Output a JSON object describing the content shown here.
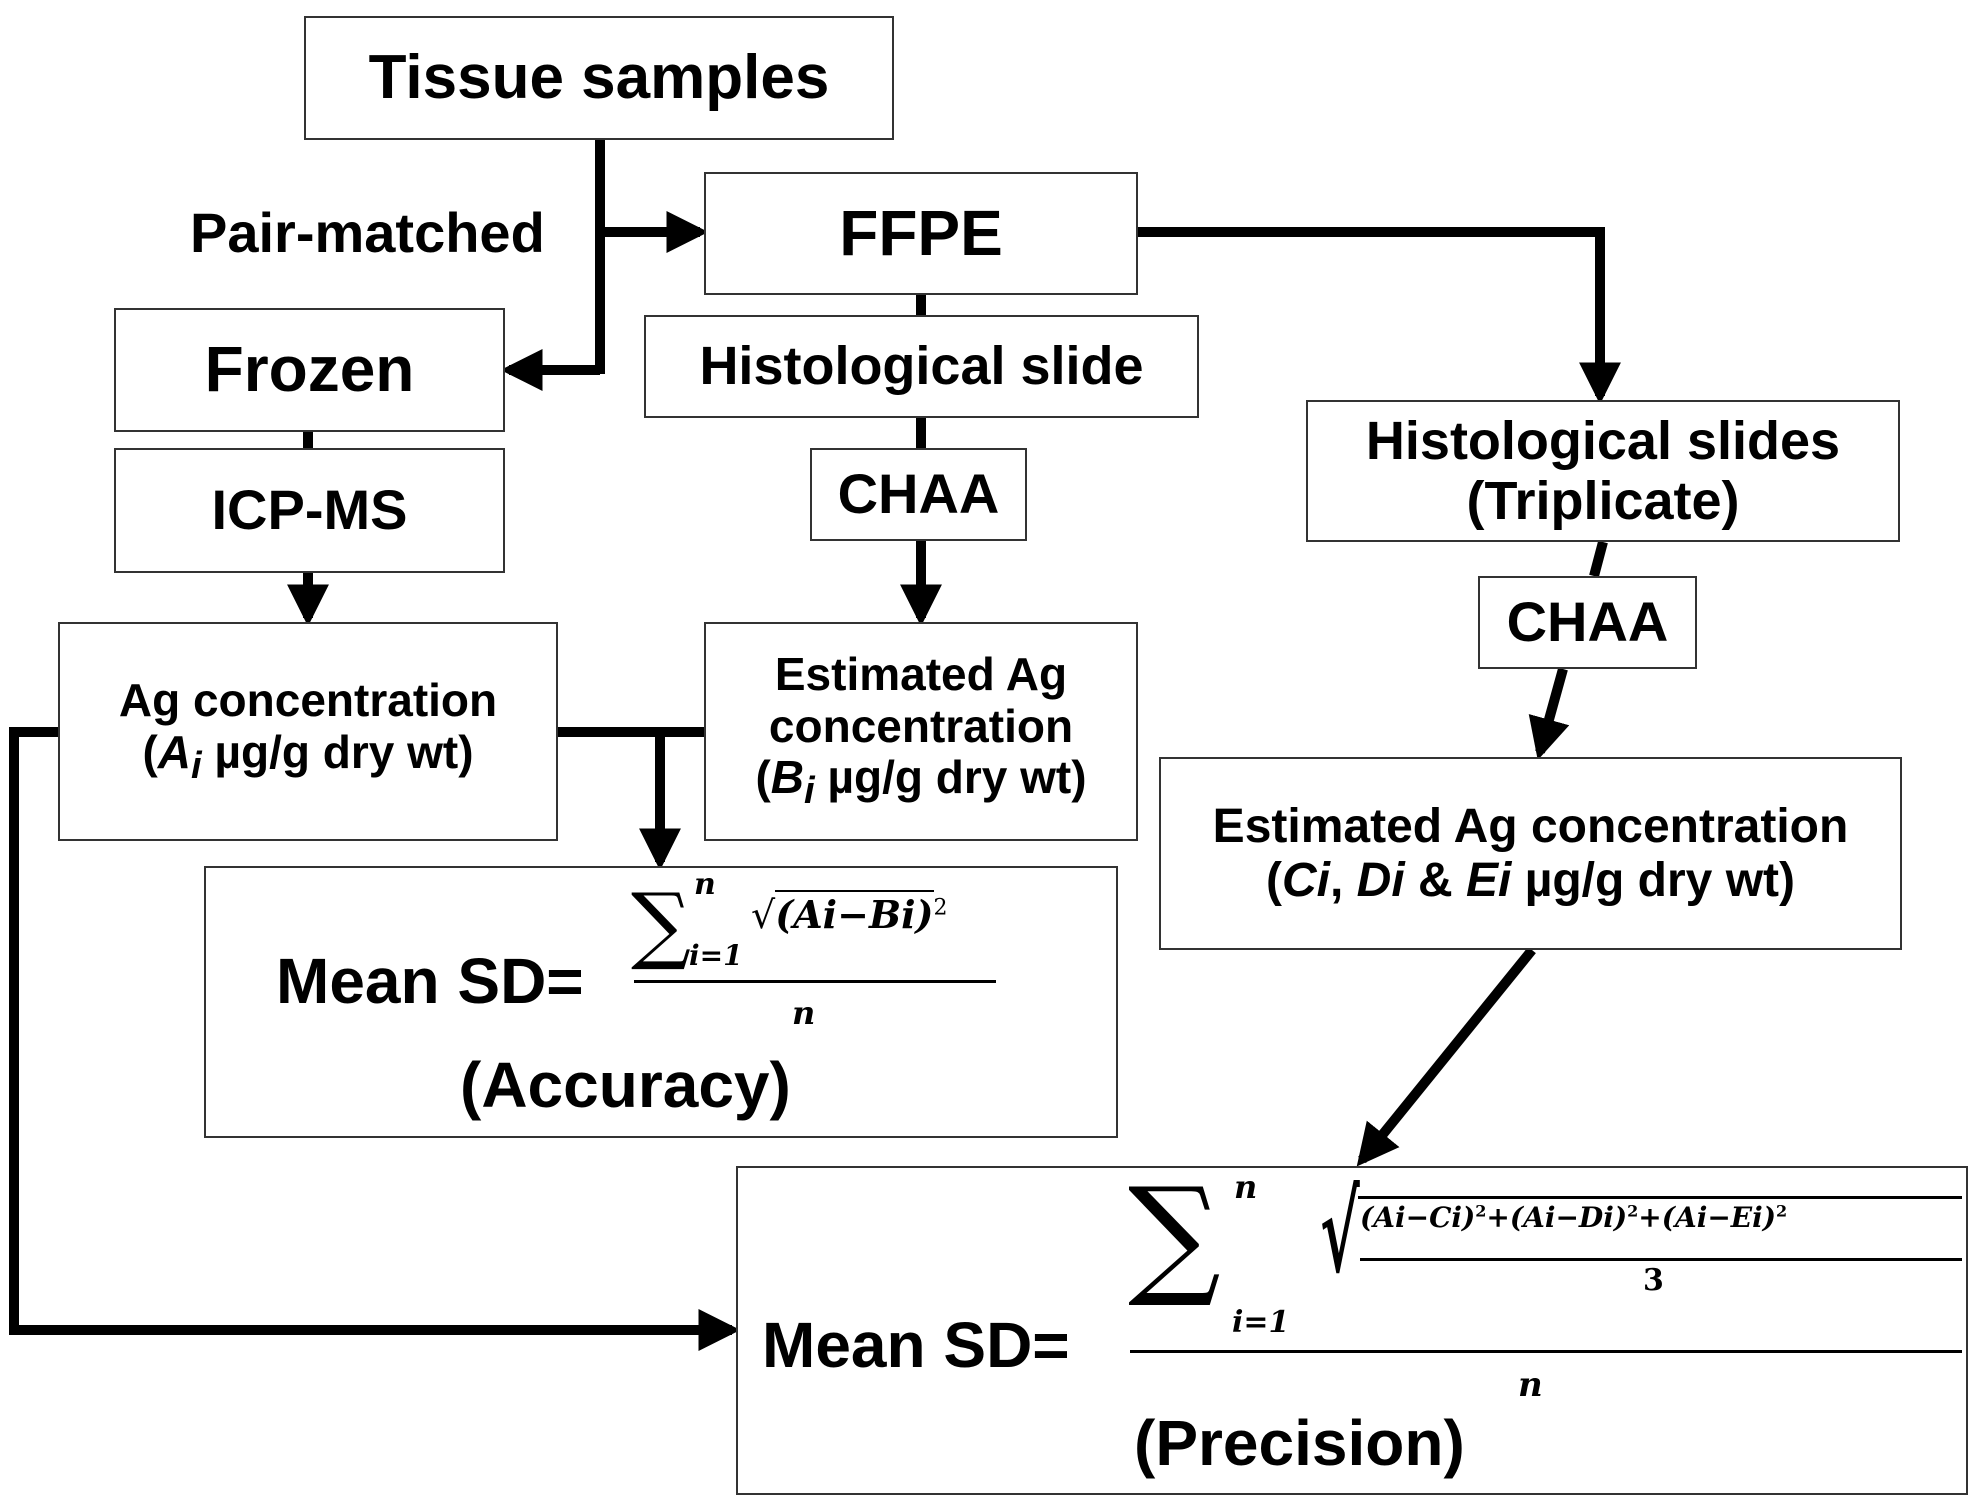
{
  "diagram": {
    "title": "Accuracy and precision evaluation workflow for Ag concentration estimation",
    "nodes": {
      "tissue_samples": "Tissue samples",
      "pair_matched": "Pair-matched",
      "ffpe": "FFPE",
      "frozen": "Frozen",
      "histological_slide": "Histological slide",
      "icp_ms": "ICP-MS",
      "chaa_mid": "CHAA",
      "hist_slides_triplicate": {
        "line1": "Histological slides",
        "line2": "(Triplicate)"
      },
      "chaa_right": "CHAA",
      "ag_concentration": {
        "line1": "Ag concentration",
        "var": "A",
        "sub": "i",
        "unit": " µg/g dry wt)"
      },
      "est_ag_b": {
        "line1": "Estimated Ag",
        "line2": "concentration",
        "var": "B",
        "sub": "i",
        "unit": " µg/g dry wt)"
      },
      "est_ag_cde": {
        "line1": "Estimated Ag concentration",
        "vars": [
          "Ci",
          "Di",
          "Ei"
        ],
        "sep1": ", ",
        "sep2": " & ",
        "unit": " µg/g dry wt)"
      }
    },
    "accuracy_formula": {
      "lhs": "Mean SD=",
      "sum_upper": "n",
      "sum_lower": "i=1",
      "radicand": "(Ai−Bi)",
      "exponent": "2",
      "denominator": "n",
      "caption": "(Accuracy)"
    },
    "precision_formula": {
      "lhs": "Mean SD=",
      "sum_upper": "n",
      "sum_lower": "i=1",
      "radicand_terms": [
        "(Ai−Ci)",
        "(Ai−Di)",
        "(Ai−Ei)"
      ],
      "exponent": "2",
      "plus": "+",
      "inner_denominator": "3",
      "denominator": "n",
      "caption": "(Precision)"
    },
    "colors": {
      "line": "#000000",
      "box_border": "#333333",
      "background": "#ffffff"
    }
  }
}
